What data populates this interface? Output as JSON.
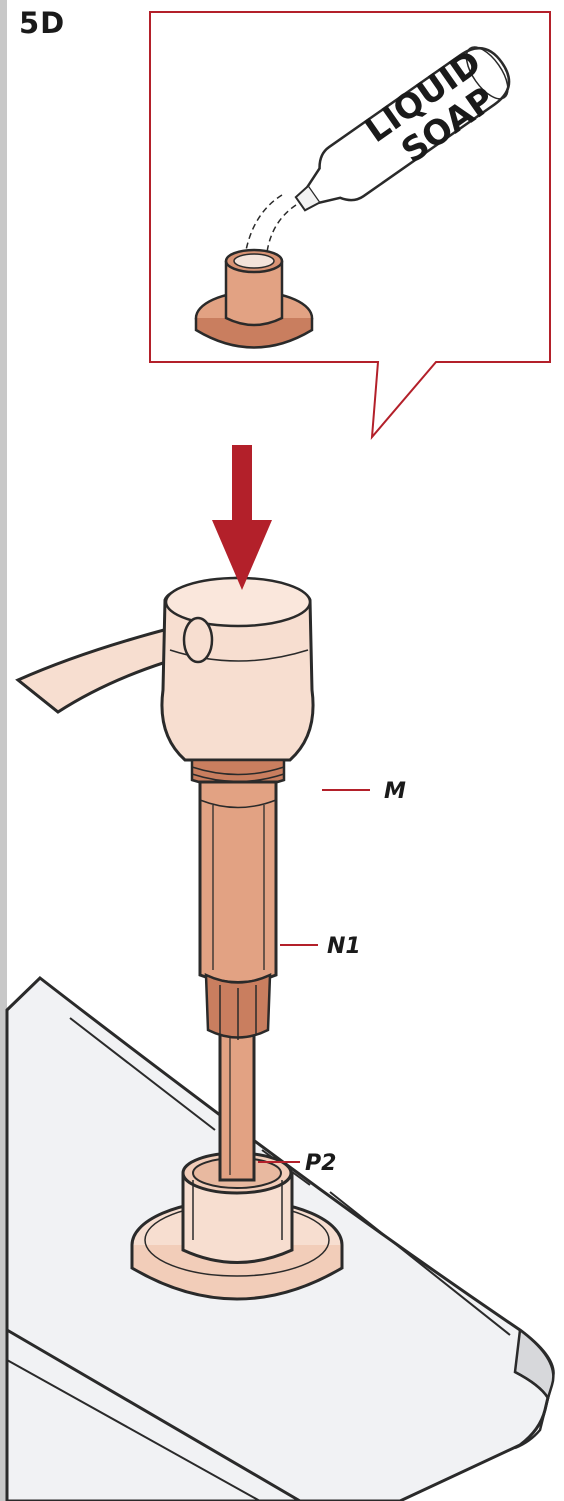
{
  "step": {
    "label": "5D"
  },
  "bottle": {
    "line1": "LIQUID",
    "line2": "SOAP"
  },
  "callouts": {
    "m": "M",
    "n1": "N1",
    "p2": "P2"
  },
  "colors": {
    "accent_red": "#b3202a",
    "part_light": "#f7ded0",
    "part_mid": "#e2a283",
    "part_dark": "#c97e5f",
    "countertop": "#f1f2f4",
    "outline": "#2a2a2a"
  }
}
